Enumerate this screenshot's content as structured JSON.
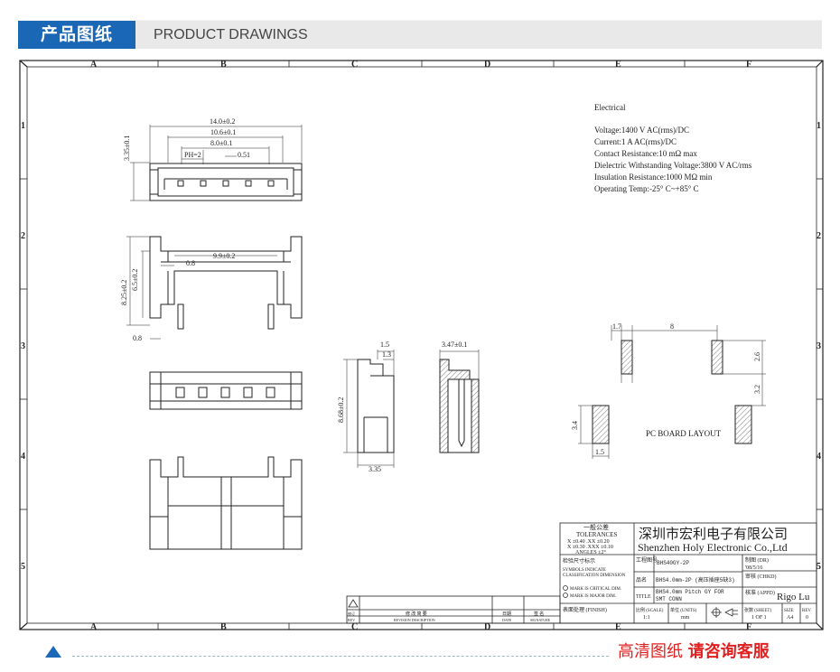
{
  "header": {
    "title_cn": "产品图纸",
    "title_en": "PRODUCT DRAWINGS"
  },
  "footer": {
    "hd_text": "高清图纸",
    "contact_text": "请咨询客服"
  },
  "border": {
    "columns": [
      "A",
      "B",
      "C",
      "D",
      "E",
      "F"
    ],
    "rows": [
      "1",
      "2",
      "3",
      "4",
      "5"
    ]
  },
  "electrical": {
    "heading": "Electrical",
    "lines": [
      "Voltage:1400 V AC(rms)/DC",
      "Current:1 A AC(rms)/DC",
      "Contact Resistance:10 mΩ max",
      "Dielectric Withstanding Voltage:3800 V AC/rms",
      "Insulation Resistance:1000 MΩ min",
      "Operating Temp:-25° C~+85° C"
    ]
  },
  "dims": {
    "d140": "14.0±0.2",
    "d106": "10.6±0.1",
    "d80": "8.0±0.1",
    "pitch": "PH=2",
    "d051": "0.51",
    "d335v": "3.35±0.1",
    "d99": "9.9±0.2",
    "d08a": "0.8",
    "d825": "8.25±0.2",
    "d65": "6.5±0.2",
    "d08b": "0.8",
    "d15a": "1.5",
    "d13": "1.3",
    "d347": "3.47±0.1",
    "d868": "8.68±0.2",
    "d335h": "3.35",
    "pcb_17": "1.7",
    "pcb_8": "8",
    "pcb_26": "2.6",
    "pcb_32": "3.2",
    "pcb_34": "3.4",
    "pcb_15": "1.5",
    "pcb_title": "PC BOARD LAYOUT"
  },
  "title_block": {
    "tol_cn": "一般公差",
    "tol_en": "TOLERANCES",
    "tol_l1": "X ±0.40  .XX ±0.20",
    "tol_l2": "X ±0.30  .XXX ±0.10",
    "tol_l3": "ANGLES    ±2°",
    "company_cn": "深圳市宏利电子有限公司",
    "company_en": "Shenzhen Holy Electronic Co.,Ltd",
    "inspect_cn": "检验尺寸标示",
    "inspect_l1": "SYMBOLS       INDICATE",
    "inspect_l2": "CLASSIFICATION DIMENSION",
    "mark_crit": "MARK IS CRITICAL DIM.",
    "mark_major": "MARK IS MAJOR DIM.",
    "finish": "表面处理 (FINISH)",
    "dwg_label": "工程图号",
    "dwg_no": "BHS40GY-2P",
    "name_label": "品名",
    "name_val": "BHS4.0mm-2P (高压插座5缺3)",
    "title_label": "TITLE",
    "title_val1": "BHS4.0mm Pitch GY FOR",
    "title_val2": "SMT CONN",
    "scale_label": "比例 (SCALE)",
    "scale_val": "1:1",
    "units_label": "单位 (UNITS)",
    "units_val": "mm",
    "dr_label": "制图 (DR)",
    "dr_date": "'08/5/16",
    "chkd_label": "审核 (CHKD)",
    "appd_label": "核准 (APPD)",
    "appd_name": "Rigo Lu",
    "sheet_label": "张数 (SHEET)",
    "sheet_val": "1 OF 1",
    "size_label": "SIZE",
    "size_val": "A4",
    "rev_label": "REV",
    "rev_val": "0",
    "revision_desc": "修  改  简  要",
    "revision_desc_en": "REVISION DESCRIPTION",
    "date_label": "日期",
    "date_en": "DATE",
    "sig_label": "签  名",
    "sig_en": "SIGNATURE",
    "rev_col": "修订",
    "rev_col_en": "REV"
  }
}
